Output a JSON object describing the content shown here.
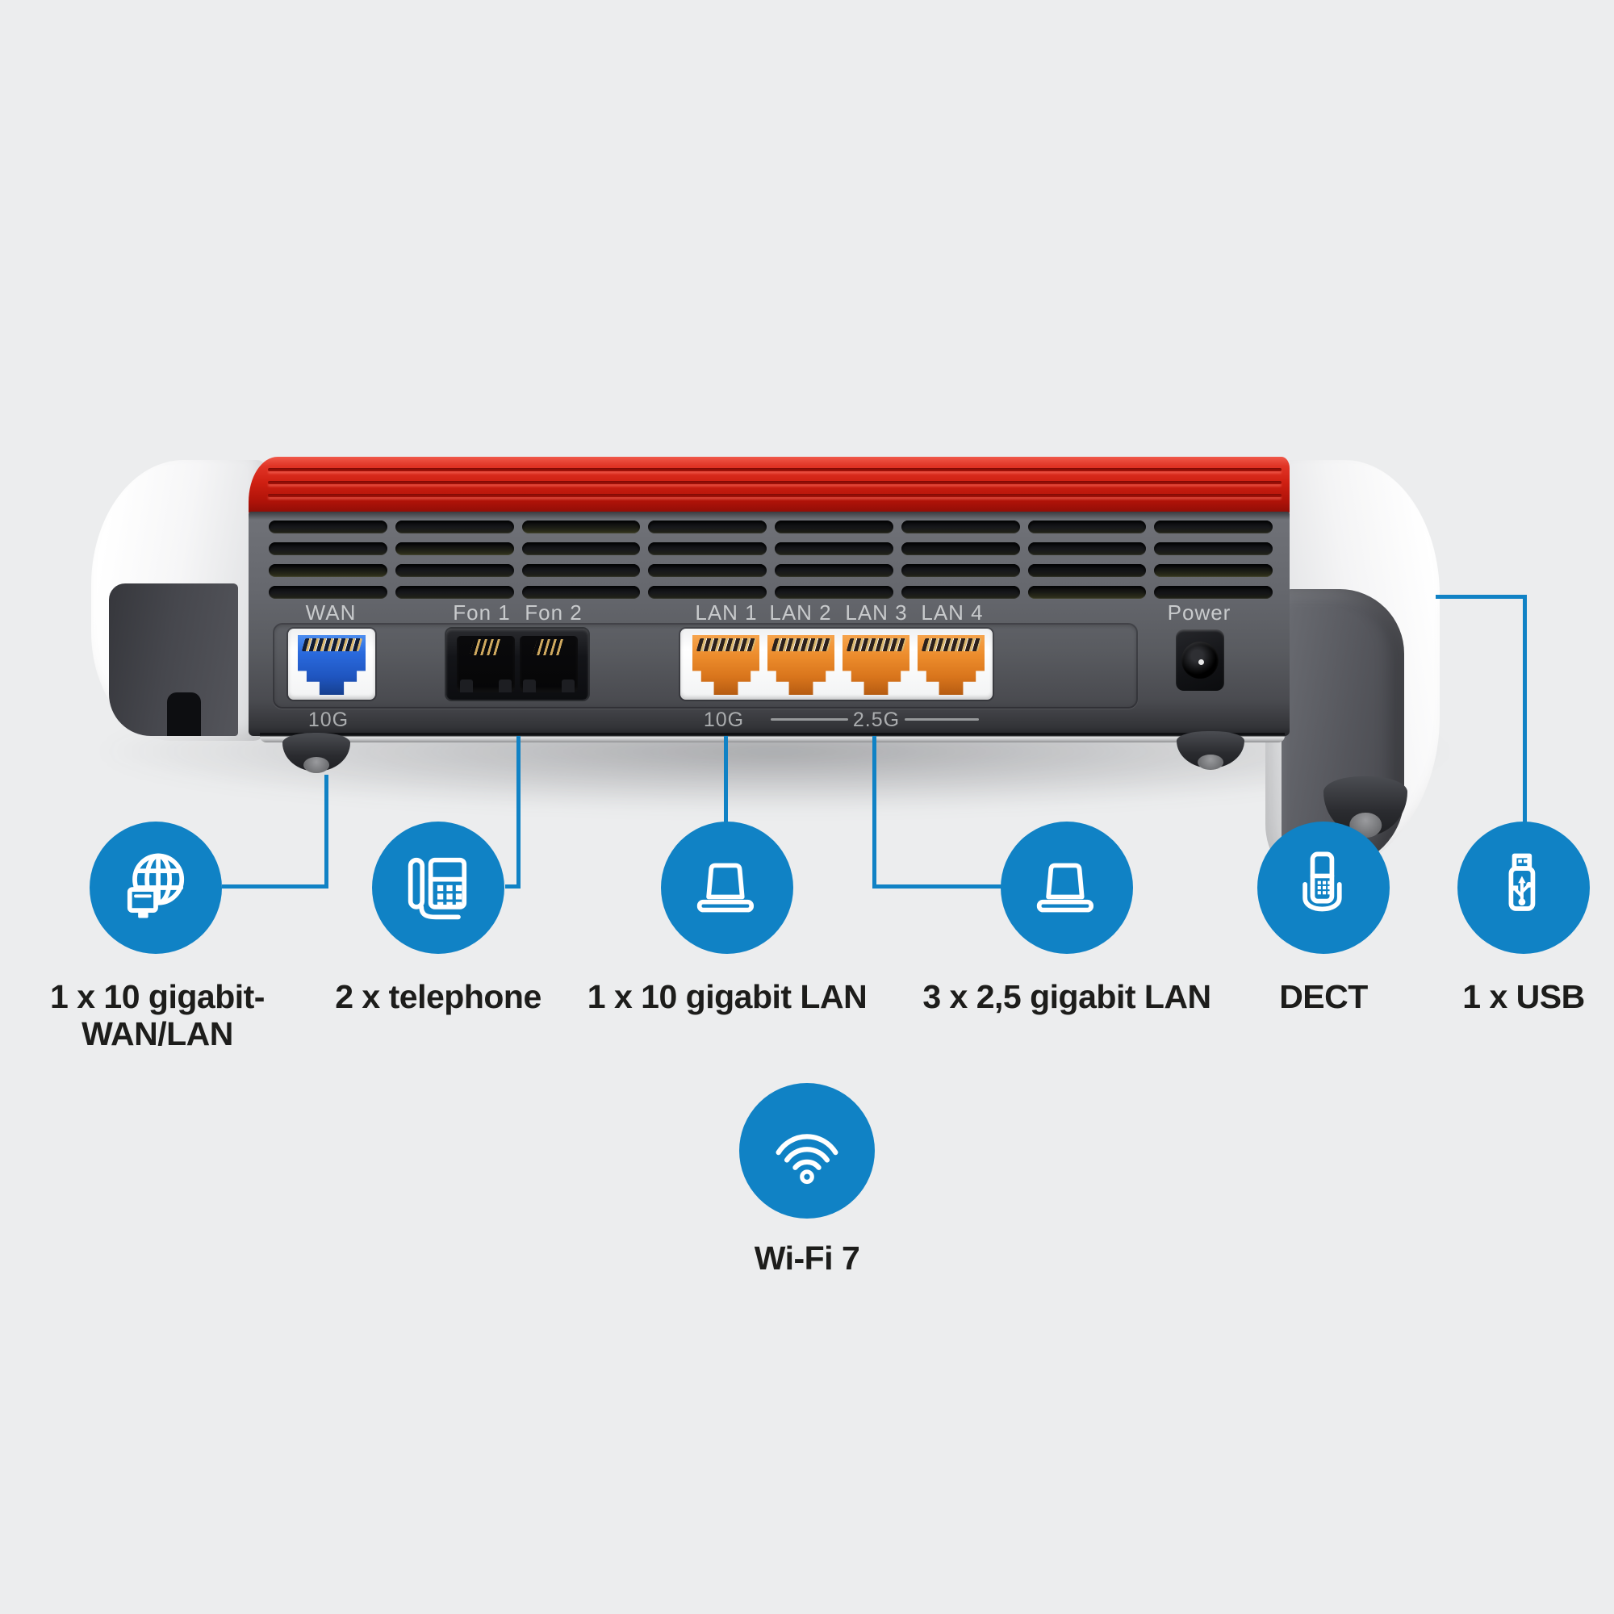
{
  "ports": {
    "wan_label": "WAN",
    "fon1_label": "Fon 1",
    "fon2_label": "Fon 2",
    "lan1_label": "LAN 1",
    "lan2_label": "LAN 2",
    "lan3_label": "LAN 3",
    "lan4_label": "LAN 4",
    "power_label": "Power",
    "wan_speed": "10G",
    "lan1_speed": "10G",
    "lan234_speed": "2.5G"
  },
  "features": [
    {
      "id": "wan",
      "icon": "globe-network-icon",
      "line1": "1 x 10 gigabit-",
      "line2": "WAN/LAN"
    },
    {
      "id": "telephone",
      "icon": "telephone-icon",
      "line1": "2 x telephone",
      "line2": ""
    },
    {
      "id": "lan-10g",
      "icon": "laptop-icon",
      "line1": "1 x 10 gigabit LAN",
      "line2": ""
    },
    {
      "id": "lan-2-5g",
      "icon": "laptop-icon",
      "line1": "3 x 2,5 gigabit LAN",
      "line2": ""
    },
    {
      "id": "dect",
      "icon": "dect-handset-icon",
      "line1": "DECT",
      "line2": ""
    },
    {
      "id": "usb",
      "icon": "usb-stick-icon",
      "line1": "1 x USB",
      "line2": ""
    },
    {
      "id": "wifi",
      "icon": "wifi-icon",
      "line1": "Wi-Fi 7",
      "line2": ""
    }
  ],
  "colors": {
    "accent_blue": "#1082c5",
    "brand_red": "#cf2012",
    "wan_port_blue": "#2a6add",
    "lan_port_orange": "#ec8c2c",
    "body_gray": "#595b60",
    "background": "#ecedee"
  }
}
